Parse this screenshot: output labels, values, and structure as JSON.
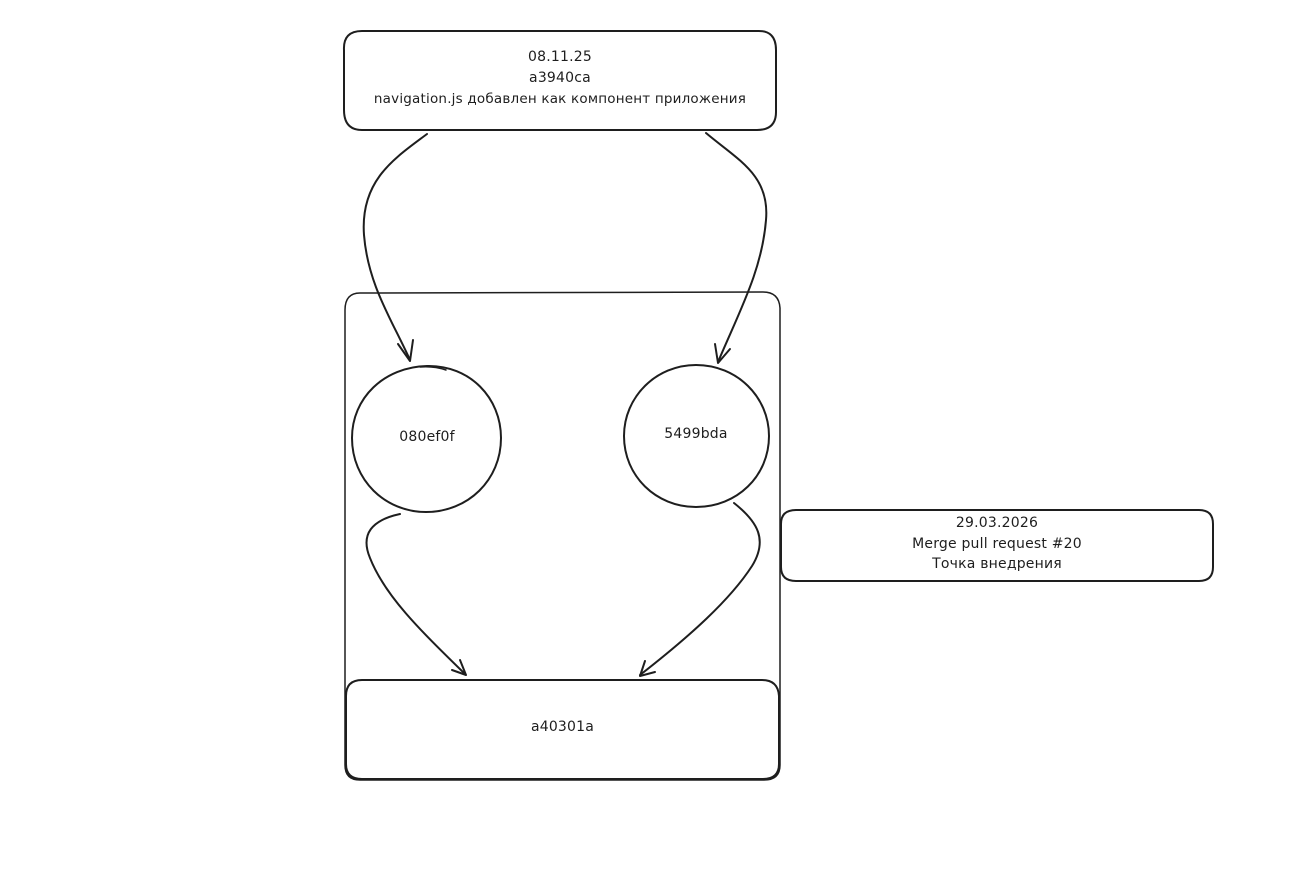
{
  "top_commit": {
    "date": "08.11.25",
    "hash": "a3940ca",
    "message": "navigation.js добавлен как компонент приложения"
  },
  "branch_left": {
    "hash": "080ef0f"
  },
  "branch_right": {
    "hash": "5499bda"
  },
  "merge_commit": {
    "hash": "a40301a"
  },
  "merge_note": {
    "date": "29.03.2026",
    "title": "Merge pull request #20",
    "subtitle": "Точка внедрения"
  },
  "colors": {
    "stroke": "#1e1e1e",
    "background": "#ffffff"
  }
}
